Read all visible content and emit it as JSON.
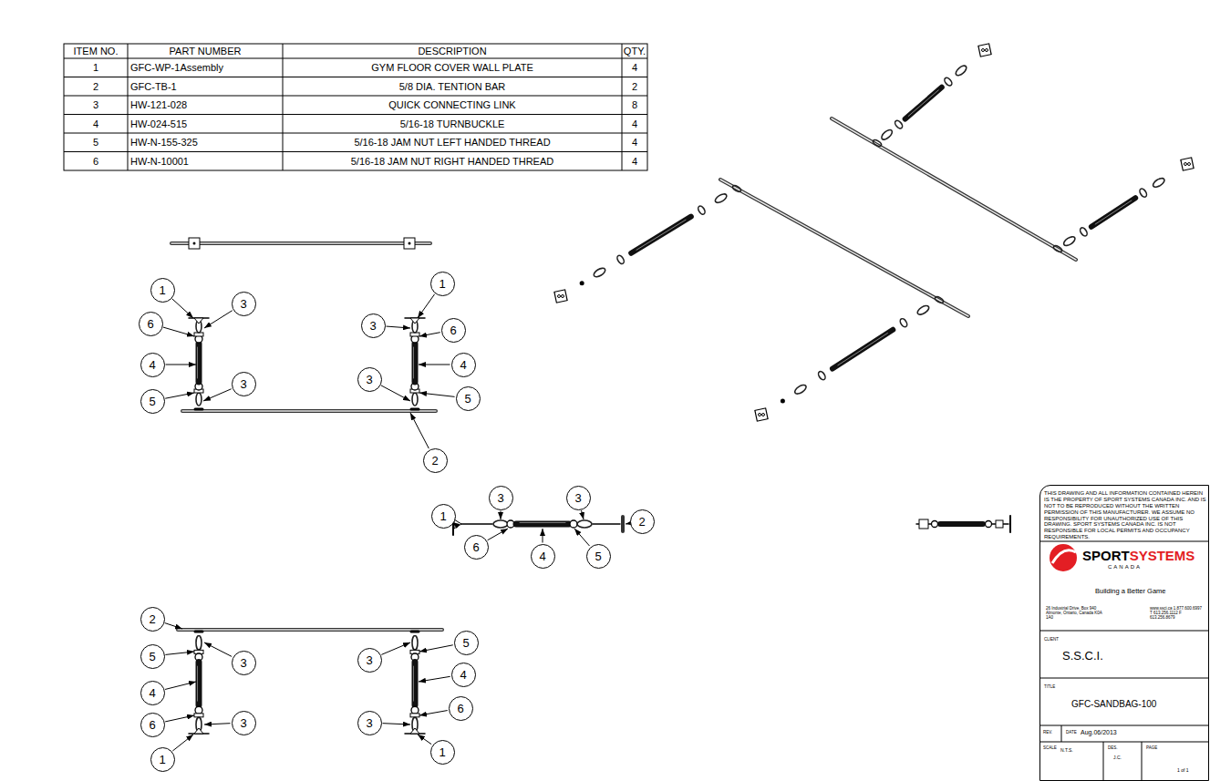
{
  "diagram": {
    "nodes": [
      {
        "text": [
          "1"
        ]
      },
      {
        "text": [
          "3"
        ]
      },
      {
        "text": [
          "6"
        ]
      },
      {
        "text": [
          "4"
        ]
      },
      {
        "text": [
          "3"
        ]
      },
      {
        "text": [
          "5"
        ]
      },
      {
        "text": [
          "1"
        ]
      },
      {
        "text": [
          "3"
        ]
      },
      {
        "text": [
          "6"
        ]
      },
      {
        "text": [
          "4"
        ]
      },
      {
        "text": [
          "3"
        ]
      },
      {
        "text": [
          "5"
        ]
      },
      {
        "text": [
          "2"
        ]
      },
      {
        "text": [
          "3"
        ]
      },
      {
        "text": [
          "3"
        ]
      },
      {
        "text": [
          "1"
        ]
      },
      {
        "text": [
          "2"
        ]
      },
      {
        "text": [
          "6"
        ]
      },
      {
        "text": [
          "4"
        ]
      },
      {
        "text": [
          "5"
        ]
      },
      {
        "text": [
          "2"
        ]
      },
      {
        "text": [
          "5"
        ]
      },
      {
        "text": [
          "3"
        ]
      },
      {
        "text": [
          "4"
        ]
      },
      {
        "text": [
          "6"
        ]
      },
      {
        "text": [
          "3"
        ]
      },
      {
        "text": [
          "1"
        ]
      },
      {
        "text": [
          "5"
        ]
      },
      {
        "text": [
          "3"
        ]
      },
      {
        "text": [
          "4"
        ]
      },
      {
        "text": [
          "6"
        ]
      },
      {
        "text": [
          "3"
        ]
      },
      {
        "text": [
          "1"
        ]
      },
      {
        "text": [
          "THIS DRAWING AND ALL INFORMATION CONTAINED HEREIN IS THE PROPERTY OF SPORT SYSTEMS CANADA INC. AND IS NOT TO BE REPRODUCED WITHOUT THE WRITTEN PERMISSION OF THIS MANUFACTURER. WE ASSUME NO RESPONSIBILITY FOR UNAUTHORIZED USE OF THIS DRAWING. SPORT SYSTEMS CANADA INC. IS NOT RESPONSIBLE FOR LOCAL PERMITS AND OCCUPANCY REQUIREMENTS.",
          "SPORT",
          "SYSTEMS",
          "CANADA",
          "Building a Better Game",
          "26 Industrial Drive, Box 940 Almonte, Ontario, Canada K0A 1A0",
          "www.ssci.ca 1.877.600.6997 T 613.256.1112 F 613.256.8679",
          "CLIENT",
          "S.S.C.I.",
          "TITLE",
          "GFC-SANDBAG-100",
          "REV.",
          "DATE",
          "Aug.06/2013",
          "SCALE",
          "N.T.S.",
          "DES.",
          "J.C.",
          "PAGE",
          "1 of 1"
        ]
      }
    ],
    "labels": [
      "ITEM NO.",
      "PART NUMBER",
      "DESCRIPTION",
      "QTY.",
      "1",
      "GFC-WP-1Assembly",
      "GYM FLOOR COVER WALL PLATE",
      "4",
      "2",
      "GFC-TB-1",
      "5/8 DIA. TENTION BAR",
      "2",
      "3",
      "HW-121-028",
      "QUICK CONNECTING LINK",
      "8",
      "4",
      "HW-024-515",
      "5/16-18 TURNBUCKLE",
      "4",
      "5",
      "HW-N-155-325",
      "5/16-18 JAM NUT LEFT HANDED THREAD",
      "4",
      "6",
      "HW-N-10001",
      "5/16-18 JAM NUT RIGHT HANDED THREAD",
      "4"
    ]
  }
}
